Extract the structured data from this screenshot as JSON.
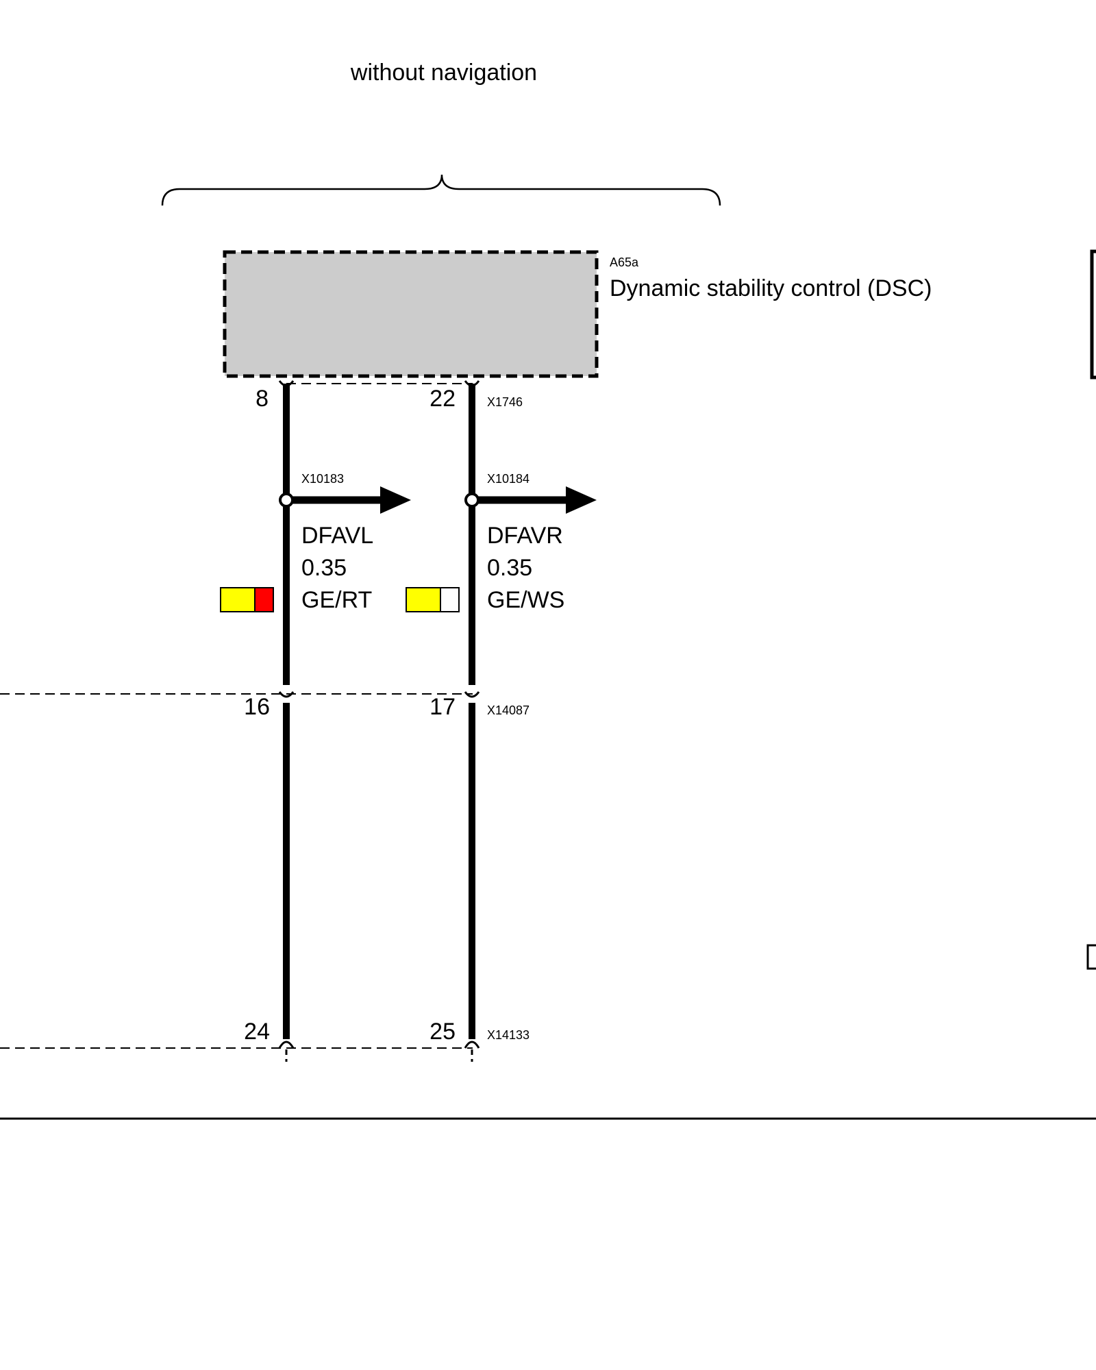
{
  "caption": "without navigation",
  "component": {
    "ref": "A65a",
    "name": "Dynamic stability control (DSC)",
    "fill": "#cccccc"
  },
  "connectors": {
    "top": "X1746",
    "middle": "X14087",
    "bottom": "X14133"
  },
  "wires": [
    {
      "pins": [
        "8",
        "16",
        "24"
      ],
      "splice": "X10183",
      "signal": "DFAVL",
      "gauge": "0.35",
      "color_code": "GE/RT",
      "colors": [
        "#ffff00",
        "#ff0000"
      ]
    },
    {
      "pins": [
        "22",
        "17",
        "25"
      ],
      "splice": "X10184",
      "signal": "DFAVR",
      "gauge": "0.35",
      "color_code": "GE/WS",
      "colors": [
        "#ffff00",
        "#ffffff"
      ]
    }
  ]
}
